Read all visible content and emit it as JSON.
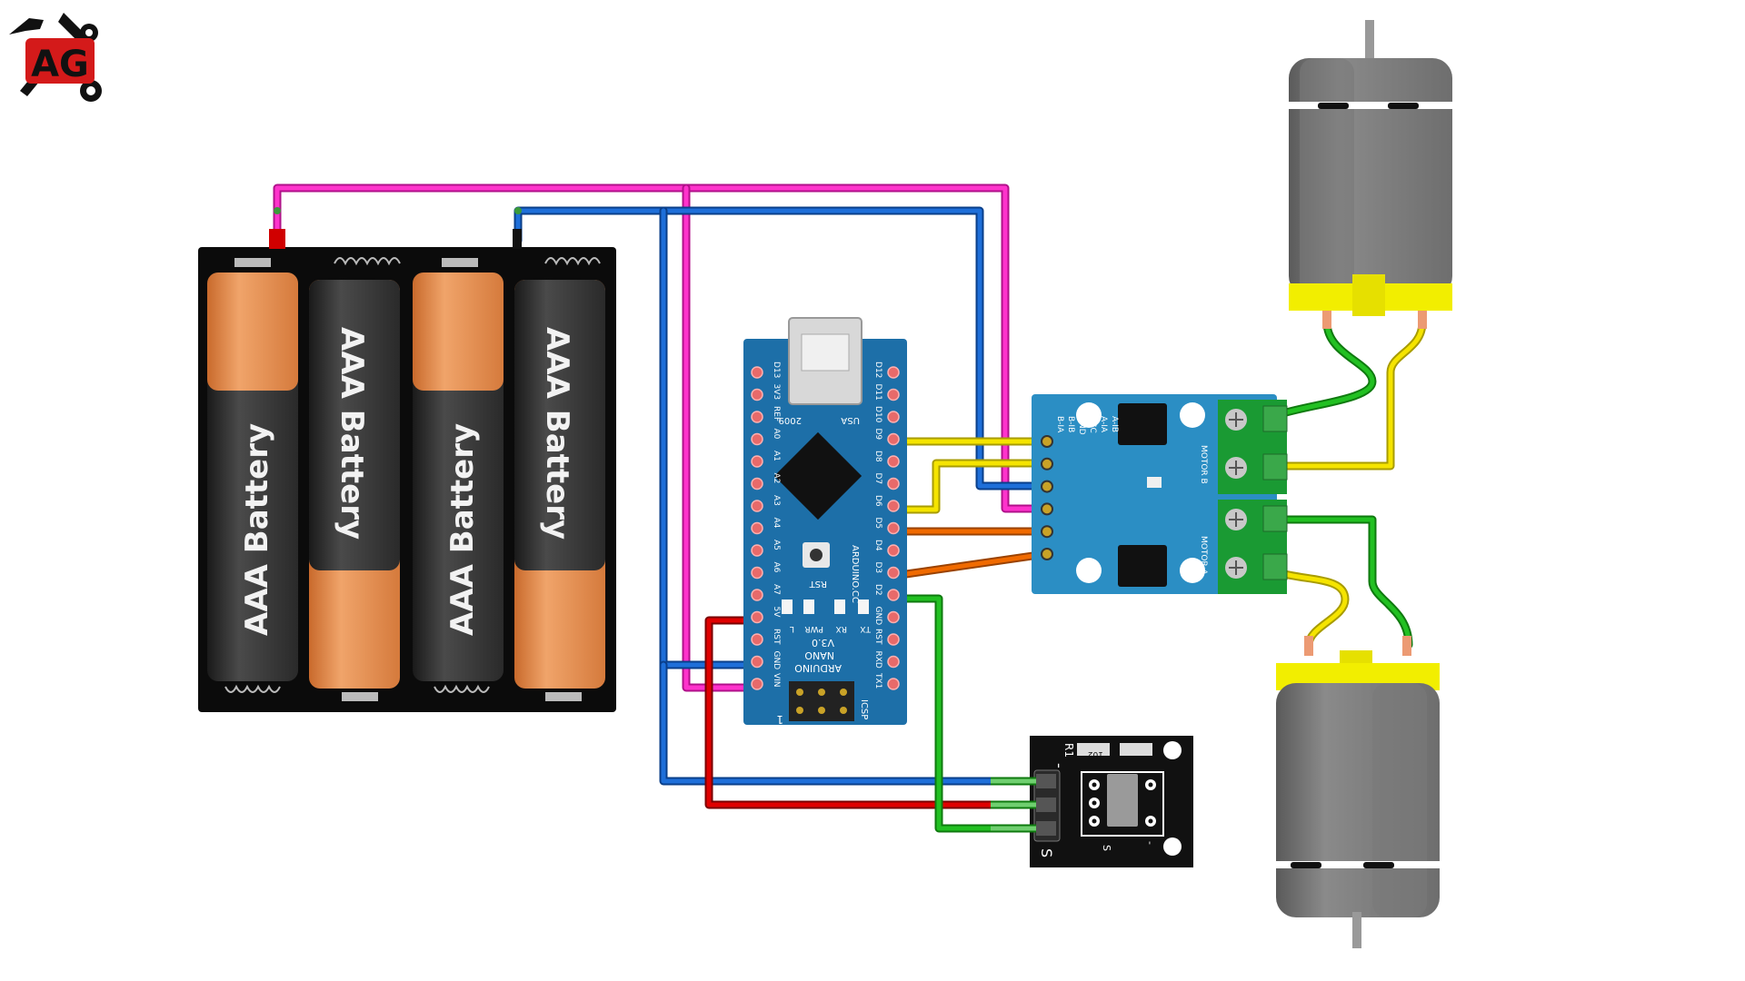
{
  "logo": {
    "text": "AG",
    "name": "ag-logo"
  },
  "battery_pack": {
    "cells": [
      {
        "label": "AAA Battery",
        "color": "#e8935a"
      },
      {
        "label": "AAA Battery",
        "color": "#2b2b2b"
      },
      {
        "label": "AAA Battery",
        "color": "#e8935a"
      },
      {
        "label": "AAA Battery",
        "color": "#2b2b2b"
      }
    ]
  },
  "arduino": {
    "chip_code": "2009",
    "usa": "USA",
    "board_brand": "ARDUINO.CC",
    "board_name": "NANO",
    "board_version": "V3.0",
    "board_family": "ARDUINO",
    "rst_button": "RST",
    "icsp": "ICSP",
    "pin_one_marker": "1",
    "leds": [
      "PWR",
      "RX",
      "TX",
      "L"
    ],
    "left_pins": [
      "D13",
      "3V3",
      "REF",
      "A0",
      "A1",
      "A2",
      "A3",
      "A4",
      "A5",
      "A6",
      "A7",
      "5V",
      "RST",
      "GND",
      "VIN"
    ],
    "right_pins": [
      "D12",
      "D11",
      "D10",
      "D9",
      "D8",
      "D7",
      "D6",
      "D5",
      "D4",
      "D3",
      "D2",
      "GND",
      "RST",
      "RXD",
      "TX1"
    ]
  },
  "motor_driver": {
    "pins": [
      "B-IA",
      "B-IB",
      "GND",
      "VCC",
      "A-IA",
      "A-IB"
    ],
    "motor_b": "MOTOR B",
    "motor_a": "MOTOR A"
  },
  "ir_receiver": {
    "pin_labels": [
      "-",
      "S"
    ],
    "board_pins": [
      "R1",
      "102"
    ],
    "sensor_labels": [
      "S",
      "-"
    ]
  },
  "wire_colors": {
    "magenta": "#ff33cc",
    "blue": "#1e6fd9",
    "yellow": "#f5e400",
    "orange": "#f06a00",
    "green": "#22c022",
    "red": "#e00000"
  }
}
